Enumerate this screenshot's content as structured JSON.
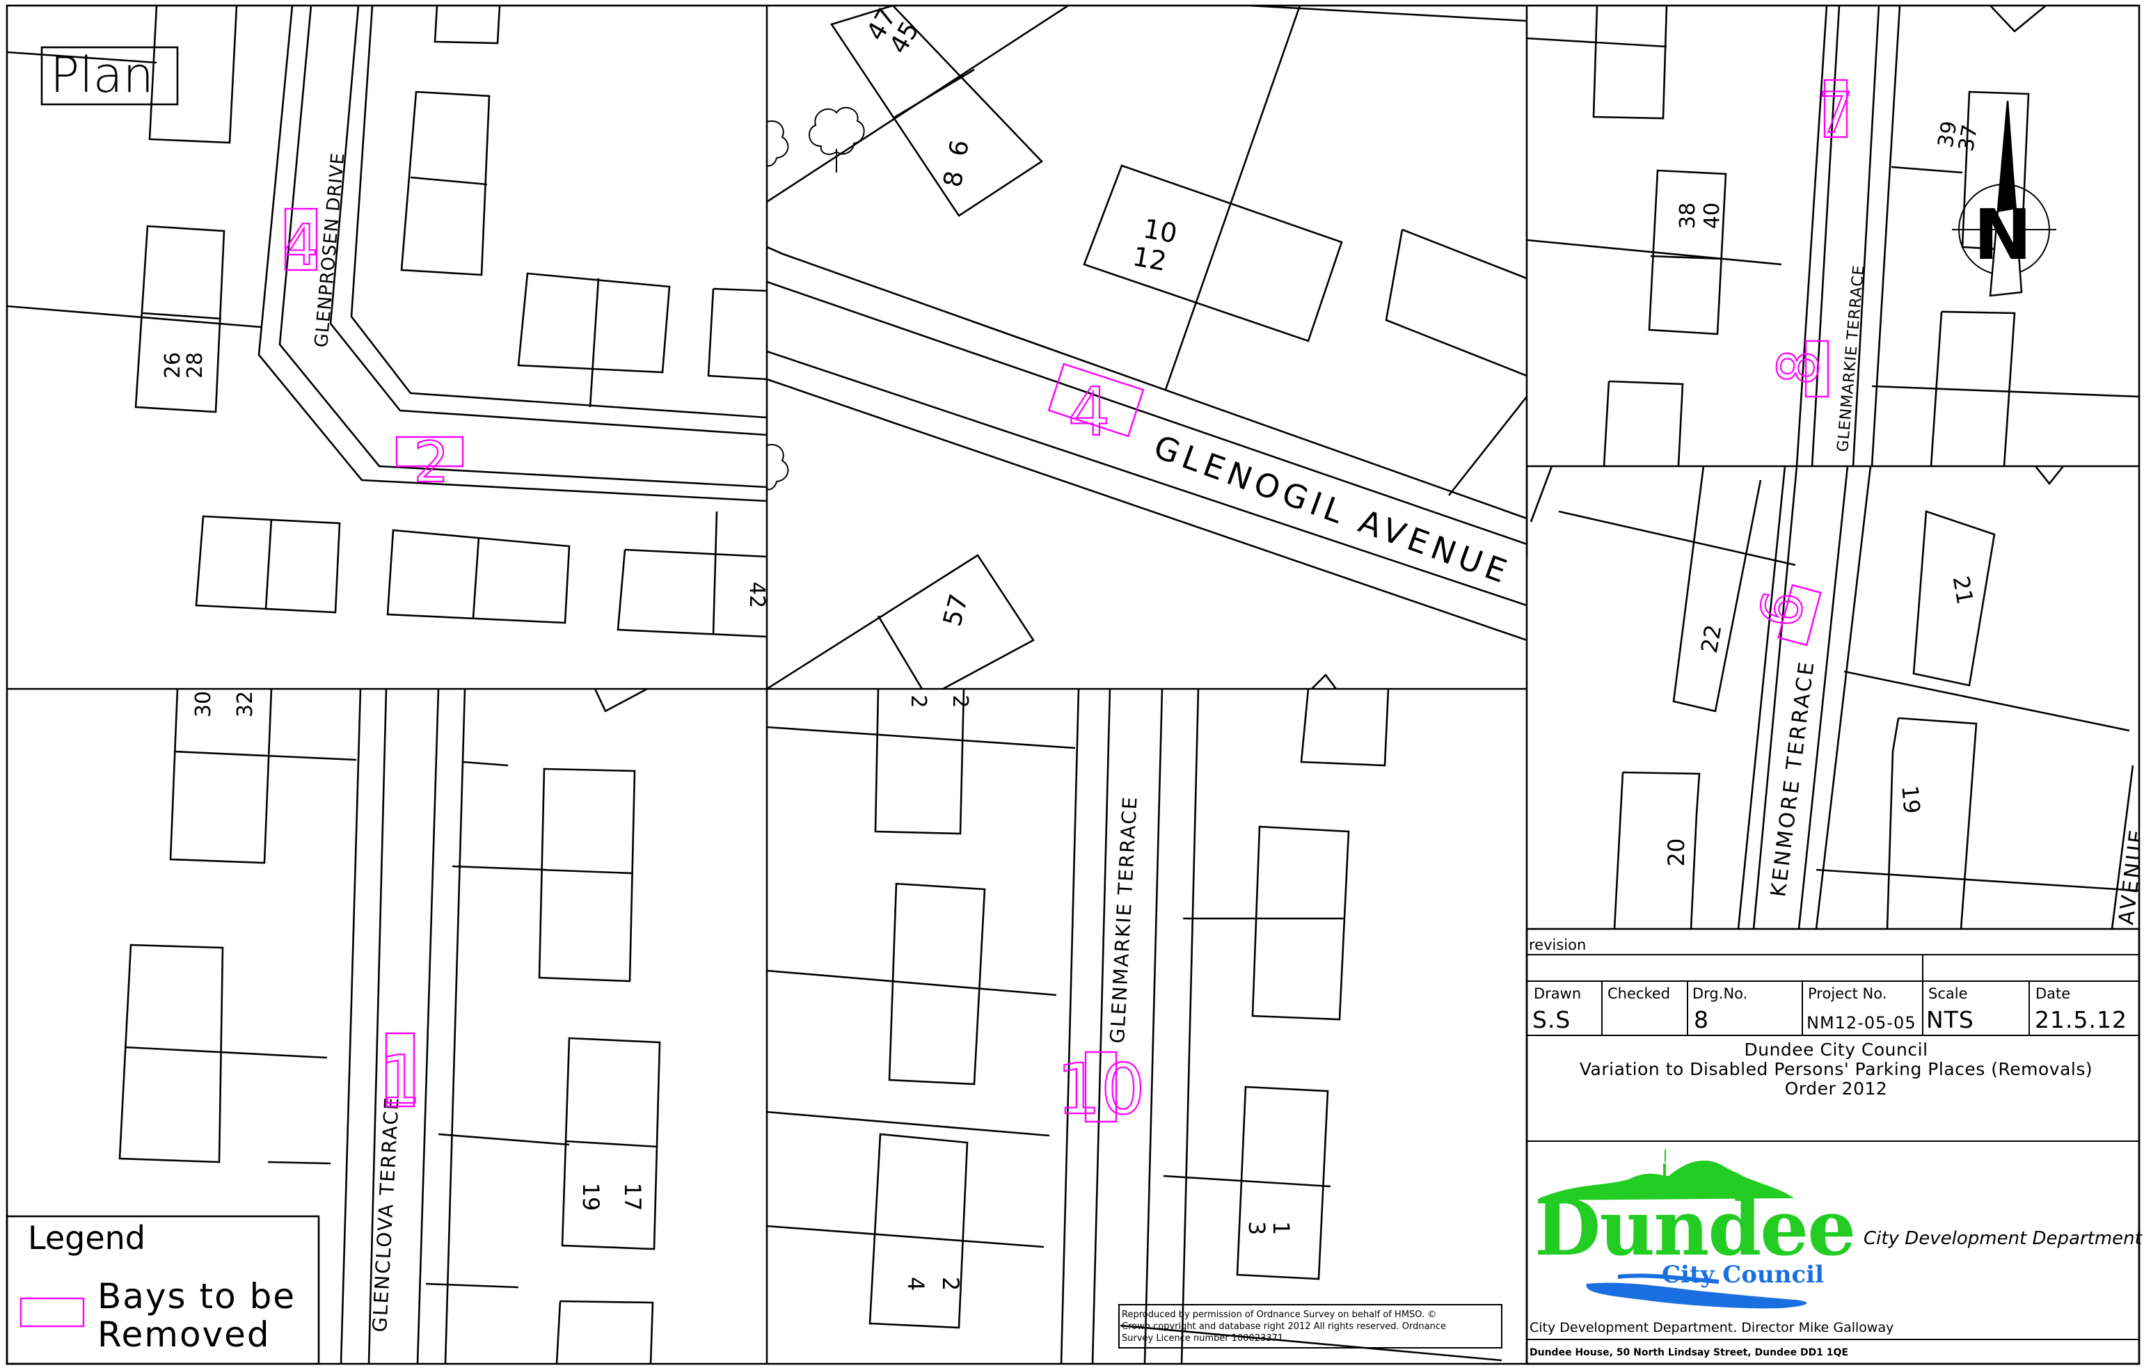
{
  "plan_title": "Plan",
  "streets": {
    "glenprosen": "GLENPROSEN DRIVE",
    "glenogil": "GLENOGIL AVENUE",
    "glenmarkie_top": "GLENMARKIE TERRACE",
    "glenmarkie_bottom": "GLENMARKIE TERRACE",
    "kenmore": "KENMORE TERRACE",
    "avenue": "AVENUE",
    "glenclova": "GLENCLOVA TERRACE"
  },
  "house_numbers": {
    "p1_a": "26",
    "p1_b": "28",
    "p1_c": "42",
    "p2_a": "45",
    "p2_b": "47",
    "p2_c": "6",
    "p2_d": "8",
    "p2_e": "10",
    "p2_f": "12",
    "p2_g": "57",
    "p3_a": "38",
    "p3_b": "40",
    "p3_c": "37",
    "p3_d": "39",
    "p4_a": "30",
    "p4_b": "32",
    "p4_c": "17",
    "p4_d": "19",
    "p5_a": "2",
    "p5_b": "2",
    "p5_c": "2",
    "p5_d": "4",
    "p5_e": "1",
    "p5_f": "3",
    "p6_a": "22",
    "p6_b": "21",
    "p6_c": "20",
    "p6_d": "19"
  },
  "bays": {
    "b1": "4",
    "b2": "2",
    "b3": "4",
    "b4": "7",
    "b5": "8",
    "b6": "6",
    "b7": "1",
    "b8": "10"
  },
  "north_label": "N",
  "legend": {
    "title": "Legend",
    "item_line1": "Bays to be",
    "item_line2": "Removed",
    "bay_color": "#ff00ff"
  },
  "title_block": {
    "revision_label": "revision",
    "drawn_label": "Drawn",
    "drawn_value": "S.S",
    "checked_label": "Checked",
    "checked_value": "",
    "drgno_label": "Drg.No.",
    "drgno_value": "8",
    "project_label": "Project No.",
    "project_value": "NM12-05-05",
    "scale_label": "Scale",
    "scale_value": "NTS",
    "date_label": "Date",
    "date_value": "21.5.12",
    "title_line1": "Dundee City Council",
    "title_line2": "Variation to Disabled Persons' Parking Places (Removals)",
    "title_line3": "Order 2012",
    "logo_word": "Dundee",
    "logo_sub": "City Council",
    "logo_green": "#22cc22",
    "logo_blue": "#1a6fe0",
    "department": "City Development Department",
    "director_line": "City Development Department. Director Mike Galloway",
    "address_line": "Dundee House, 50 North Lindsay Street, Dundee DD1 1QE"
  },
  "os_notice": {
    "line1": "Reproduced by permission of Ordnance Survey on behalf of HMSO. ©",
    "line2": "Crown copyright and database right 2012 All rights reserved. Ordnance",
    "line3": "Survey Licence number 100023371."
  }
}
